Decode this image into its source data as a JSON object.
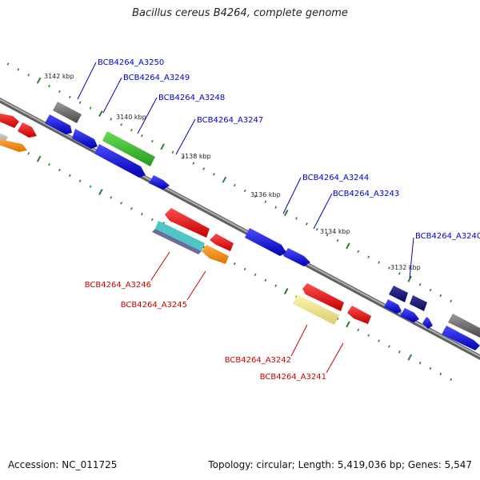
{
  "title": "Bacillus cereus B4264, complete genome",
  "footer": {
    "accession": "Accession: NC_011725",
    "summary": "Topology: circular; Length: 5,419,036 bp; Genes: 5,547"
  },
  "ticks": [
    "3142 kbp",
    "3140 kbp",
    "3138 kbp",
    "3136 kbp",
    "3134 kbp",
    "3132 kbp"
  ],
  "genes": {
    "forward": [
      "BCB4264_A3250",
      "BCB4264_A3249",
      "BCB4264_A3248",
      "BCB4264_A3247",
      "BCB4264_A3244",
      "BCB4264_A3243",
      "BCB4264_A3240"
    ],
    "reverse": [
      "BCB4264_A3246",
      "BCB4264_A3245",
      "BCB4264_A3242",
      "BCB4264_A3241"
    ]
  },
  "colors": {
    "forward_label": "#0000cc",
    "reverse_label": "#cc0000",
    "backbone": "#808080",
    "tick": "#2e7d32"
  }
}
